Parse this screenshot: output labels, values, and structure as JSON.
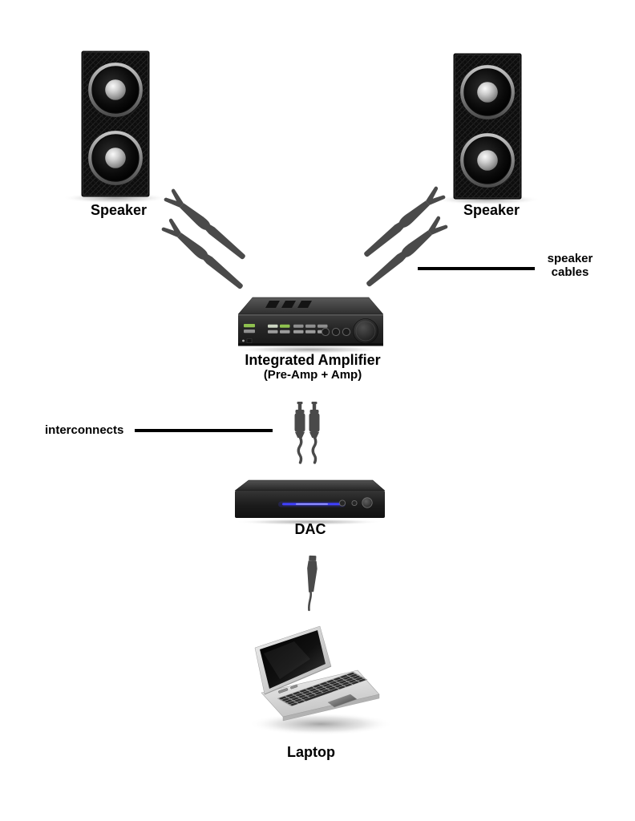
{
  "diagram": {
    "speaker_left": {
      "label": "Speaker"
    },
    "speaker_right": {
      "label": "Speaker"
    },
    "amplifier": {
      "label": "Integrated Amplifier",
      "sublabel": "(Pre-Amp + Amp)"
    },
    "dac": {
      "label": "DAC"
    },
    "laptop": {
      "label": "Laptop"
    },
    "annotations": {
      "speaker_cables_line1": "speaker",
      "speaker_cables_line2": "cables",
      "interconnects": "interconnects"
    },
    "colors": {
      "cable_gray": "#4a4a4a",
      "amp_led_green": "#8fc24f",
      "amp_led_pale": "#ccd6c2",
      "dac_led_blue": "#4040ff",
      "text": "#000000"
    }
  }
}
